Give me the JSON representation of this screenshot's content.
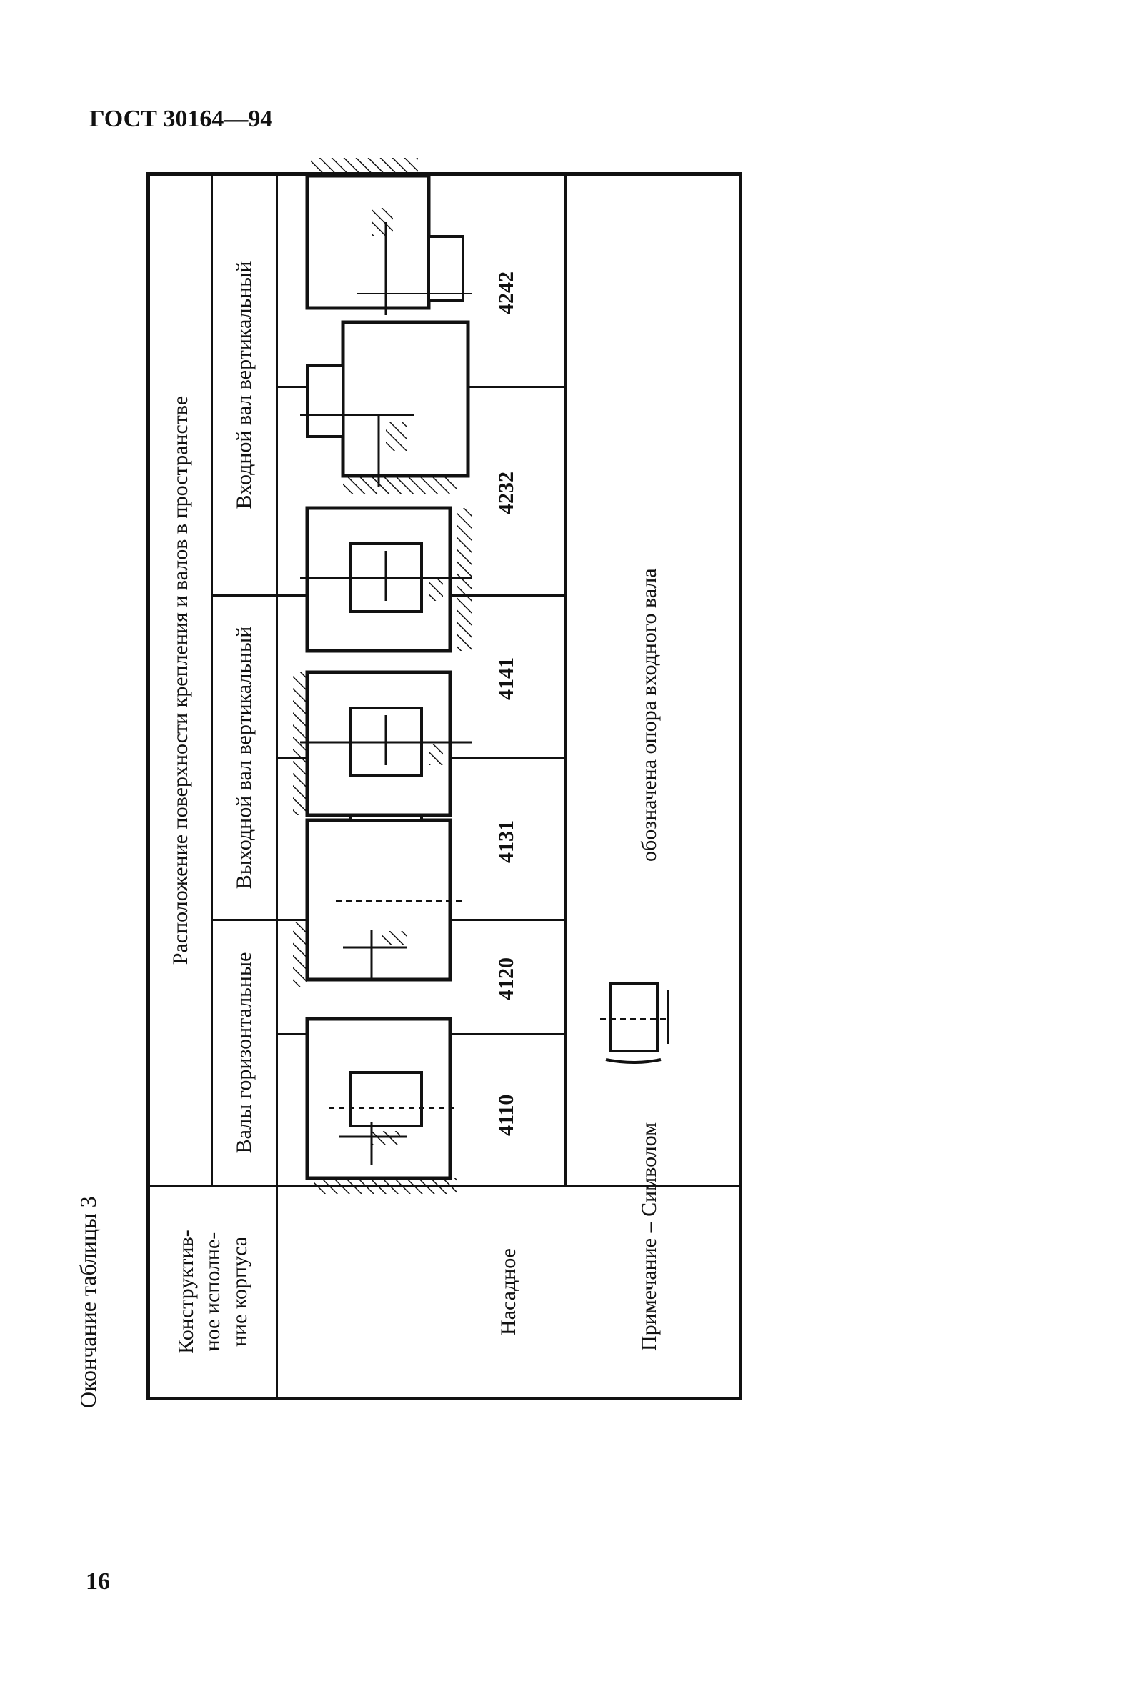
{
  "header": {
    "doc_code": "ГОСТ 30164—94"
  },
  "caption": "Окончание таблицы 3",
  "table": {
    "col_header_lines": [
      "Конструктив-",
      "ное исполне-",
      "ние корпуса"
    ],
    "group_header": "Расположение поверхности крепления и валов в пространстве",
    "subgroups": [
      "Валы горизонтальные",
      "Выходной вал вертикальный",
      "Входной вал вертикальный"
    ],
    "row_label": "Насадное",
    "codes": [
      "4110",
      "4120",
      "4131",
      "4141",
      "4232",
      "4242"
    ]
  },
  "note": {
    "label": "Примечание – Символом",
    "text": "обозначена опора входного вала"
  },
  "footer": {
    "page_number": "16"
  }
}
